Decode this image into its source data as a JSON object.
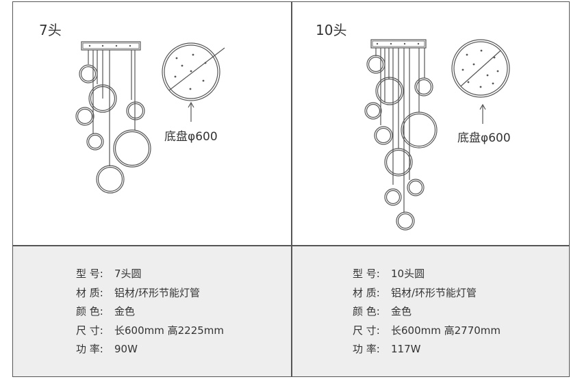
{
  "panels": [
    {
      "title": "7头",
      "base_label": "底盘φ600",
      "specs": [
        {
          "label": "型 号:",
          "value": "7头圆"
        },
        {
          "label": "材 质:",
          "value": "铝材/环形节能灯管"
        },
        {
          "label": "颜 色:",
          "value": "金色"
        },
        {
          "label": "尺 寸:",
          "value": "长600mm 高2225mm"
        },
        {
          "label": "功 率:",
          "value": "90W"
        }
      ]
    },
    {
      "title": "10头",
      "base_label": "底盘φ600",
      "specs": [
        {
          "label": "型 号:",
          "value": "10头圆"
        },
        {
          "label": "材 质:",
          "value": "铝材/环形节能灯管"
        },
        {
          "label": "颜 色:",
          "value": "金色"
        },
        {
          "label": "尺 寸:",
          "value": "长600mm 高2770mm"
        },
        {
          "label": "功 率:",
          "value": "117W"
        }
      ]
    }
  ]
}
